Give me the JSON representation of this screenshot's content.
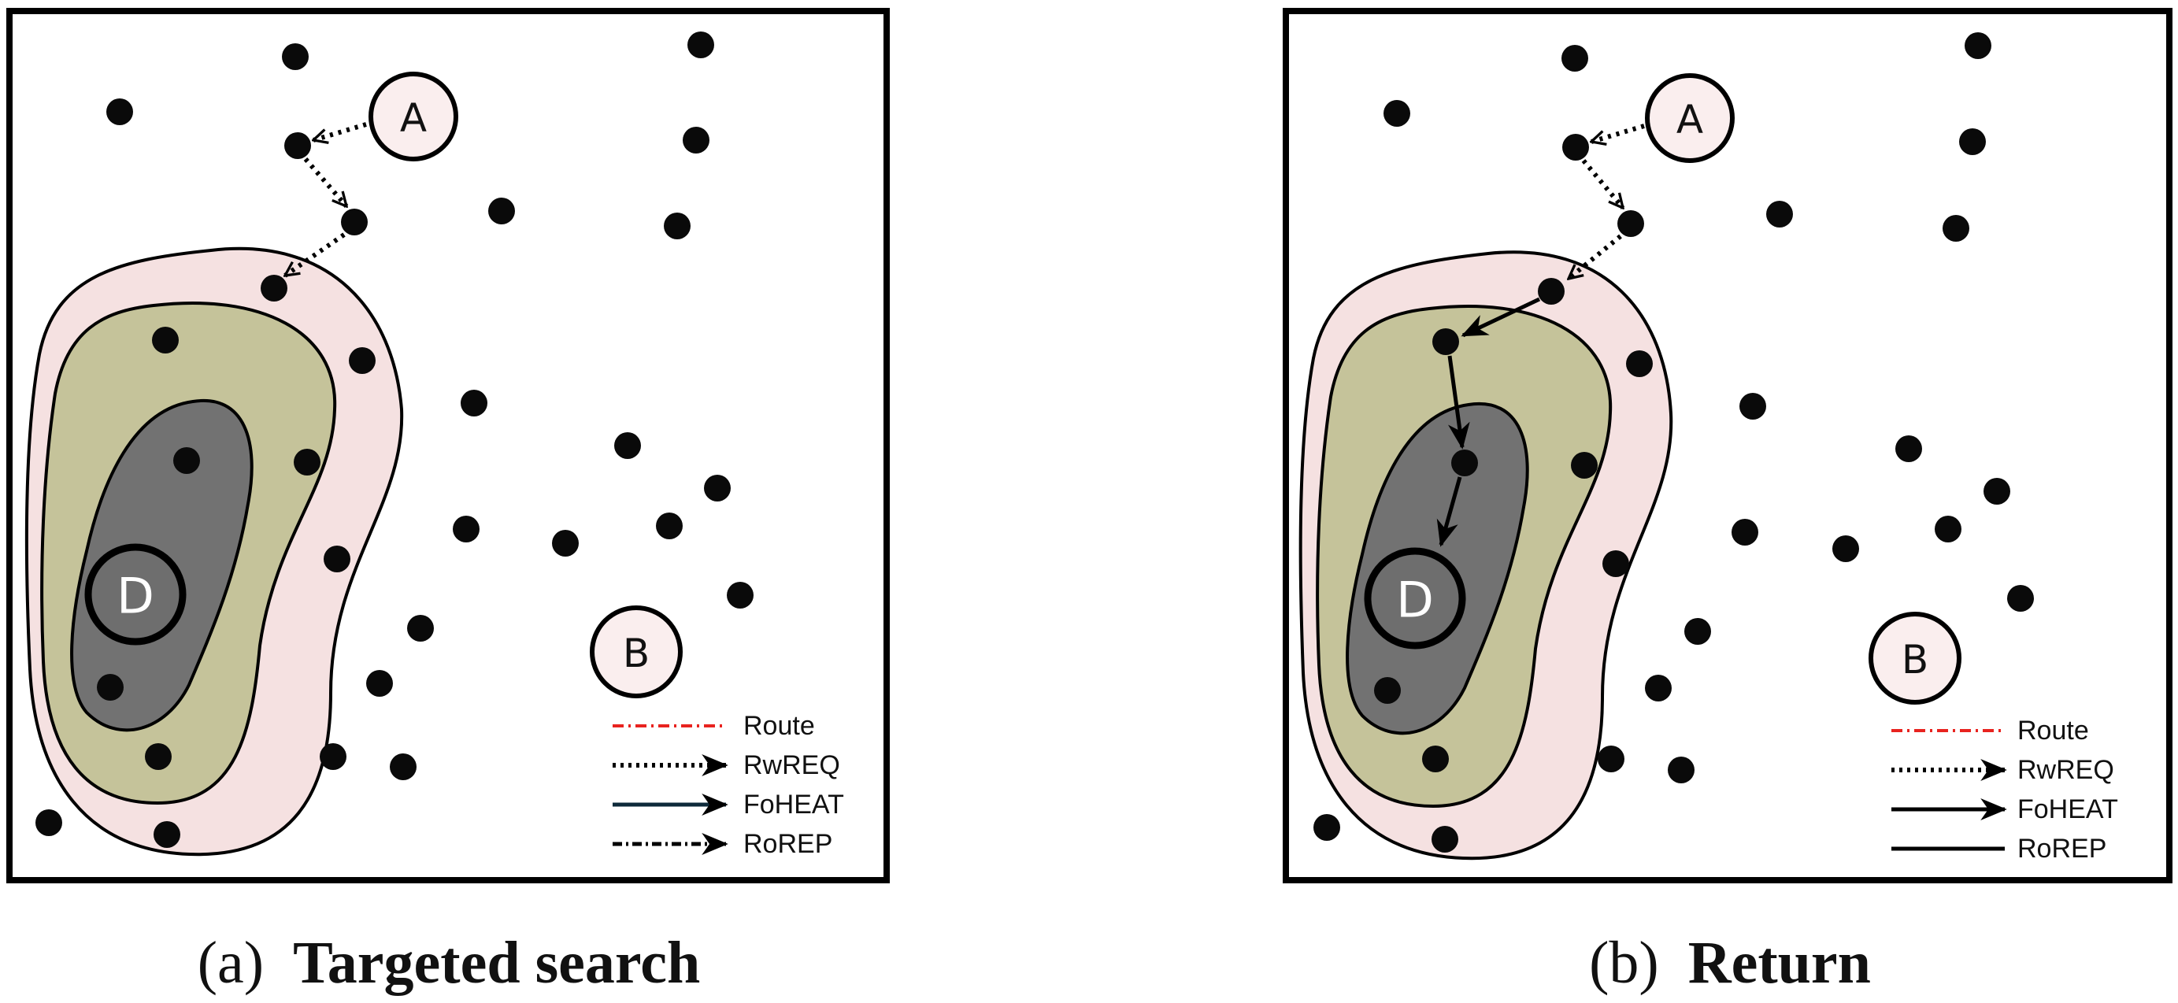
{
  "panels": [
    {
      "id": "a",
      "caption_letter": "(a)",
      "caption_text": "Targeted search",
      "node_a": "A",
      "node_b": "B",
      "node_d": "D",
      "legend": [
        "Route",
        "RwREQ",
        "FoHEAT",
        "RoREP"
      ]
    },
    {
      "id": "b",
      "caption_letter": "(b)",
      "caption_text": "Return",
      "node_a": "A",
      "node_b": "B",
      "node_d": "D",
      "legend": [
        "Route",
        "RwREQ",
        "FoHEAT",
        "RoREP"
      ]
    }
  ],
  "colors": {
    "outer_zone": "#f5e1e1",
    "middle_zone": "#c5c39a",
    "inner_zone": "#727272",
    "node_d_fill": "#6e6e6e",
    "node_ab_fill": "#faeeee",
    "dot": "#0a0a0a",
    "route_line": "#e8231f",
    "frame": "#000000"
  }
}
